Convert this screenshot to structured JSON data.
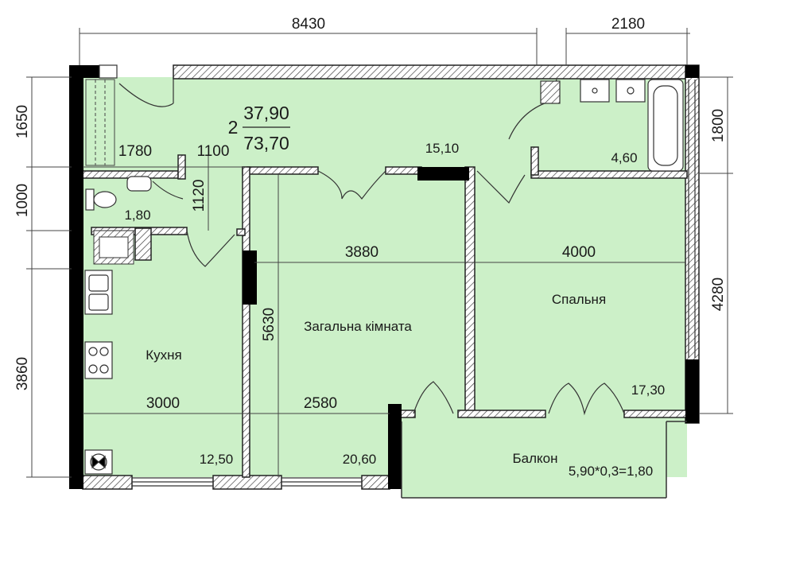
{
  "plan": {
    "unit_number": "2",
    "area_living": "37,90",
    "area_total": "73,70",
    "colors": {
      "floor": "#ccf0c8",
      "wall": "#000000",
      "hatch": "#333333",
      "line": "#222222"
    },
    "dimensions": {
      "top_width": "8430",
      "top_right_width": "2180",
      "left_1650": "1650",
      "left_1000": "1000",
      "left_3860": "3860",
      "right_1800": "1800",
      "right_4280": "4280",
      "corridor_1780": "1780",
      "corridor_1100": "1100",
      "corridor_1120": "1120",
      "living_width": "3880",
      "bedroom_width": "4000",
      "living_depth": "5630",
      "kitchen_width": "3000",
      "living_lower_width": "2580"
    },
    "rooms": {
      "hall_area": "15,10",
      "bathroom_area": "4,60",
      "wc_area": "1,80",
      "kitchen_name": "Кухня",
      "kitchen_area": "12,50",
      "living_name": "Загальна кімната",
      "living_area": "20,60",
      "bedroom_name": "Спальня",
      "bedroom_area": "17,30",
      "balcony_name": "Балкон",
      "balcony_area": "5,90*0,3=1,80"
    },
    "icons": [
      "sink-icon",
      "toilet-icon",
      "bathtub-icon",
      "stove-icon",
      "ventilation-icon",
      "kitchen-sink-icon"
    ]
  }
}
